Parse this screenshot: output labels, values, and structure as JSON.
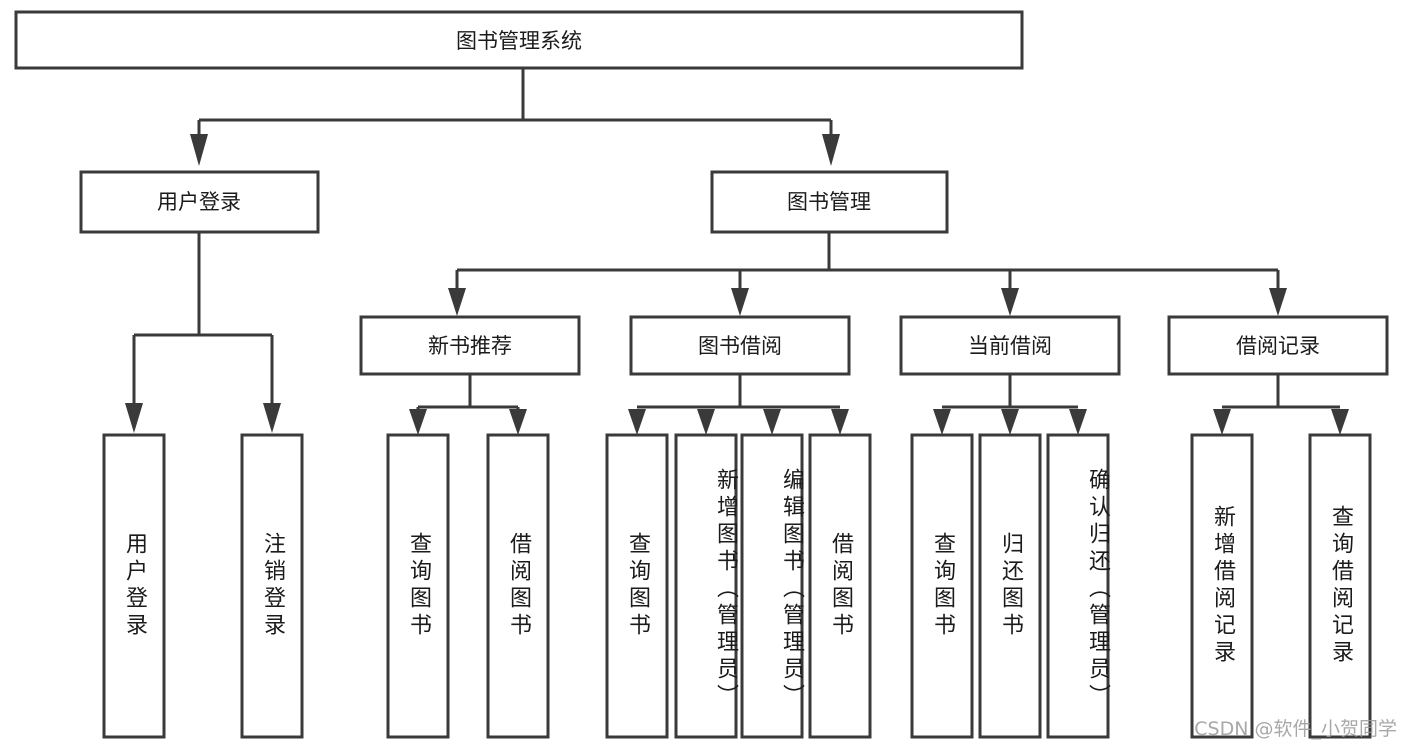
{
  "diagram": {
    "type": "tree",
    "title": "图书管理系统",
    "watermark": "CSDN @软件_小贺同学",
    "colors": {
      "stroke": "#3a3a3a",
      "fill": "#ffffff",
      "text": "#1b1b1b",
      "watermark": "#9a9a9a"
    },
    "levels": {
      "root": {
        "label": "图书管理系统"
      },
      "level2": [
        {
          "label": "用户登录"
        },
        {
          "label": "图书管理"
        }
      ],
      "level3": [
        {
          "label": "新书推荐"
        },
        {
          "label": "图书借阅"
        },
        {
          "label": "当前借阅"
        },
        {
          "label": "借阅记录"
        }
      ]
    },
    "leaves": {
      "user_login": [
        {
          "label": "用户登录"
        },
        {
          "label": "注销登录"
        }
      ],
      "new_book_recommend": [
        {
          "label": "查询图书"
        },
        {
          "label": "借阅图书"
        }
      ],
      "book_borrow": [
        {
          "label": "查询图书"
        },
        {
          "label": "新增图书（管理员）"
        },
        {
          "label": "编辑图书（管理员）"
        },
        {
          "label": "借阅图书"
        }
      ],
      "current_borrow": [
        {
          "label": "查询图书"
        },
        {
          "label": "归还图书"
        },
        {
          "label": "确认归还（管理员）"
        }
      ],
      "borrow_record": [
        {
          "label": "新增借阅记录"
        },
        {
          "label": "查询借阅记录"
        }
      ]
    }
  }
}
